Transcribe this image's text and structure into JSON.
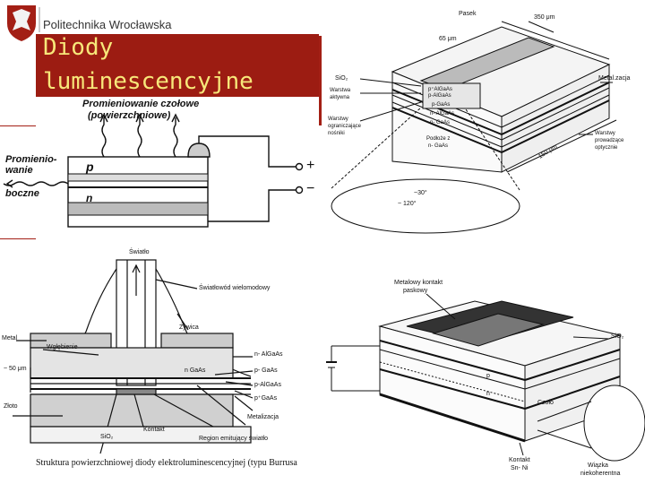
{
  "header": {
    "logo_text": "Politechnika Wrocławska"
  },
  "title": {
    "line1": "Diody",
    "line2": "luminescencyjne"
  },
  "diagram_top_left": {
    "heading_line1": "Promieniowanie czołowe",
    "heading_line2": "(powierzchniowe)",
    "side_label_line1": "Promienio-",
    "side_label_line2": "wanie",
    "side_label_line3": "boczne",
    "layer_p": "p",
    "layer_n": "n",
    "plus": "+",
    "minus": "−"
  },
  "diagram_top_right": {
    "pasek": "Pasek",
    "width_350": "350 μm",
    "width_65": "65 μm",
    "sio2": "SiO₂",
    "metal_layer": "Metal.zacja",
    "warstwa_aktywna_line1": "Warstwa",
    "warstwa_aktywna_line2": "aktywna",
    "warstwy_ogr_line1": "Warstwy",
    "warstwy_ogr_line2": "ograniczające",
    "warstwy_ogr_line3": "nośniki",
    "podloze_line1": "Podłoże z",
    "podloze_line2": "n- GaAs",
    "layer1": "p⁺AlGaAs",
    "layer2": "p-AlGaAs",
    "layer3": "p-GaAs",
    "layer4": "n- AlGaAs",
    "layer5": "n- GaAs",
    "warstwy_prow_line1": "Warstwy",
    "warstwy_prow_line2": "prowadzące",
    "warstwy_prow_line3": "optycznie",
    "length_150": "150 μm",
    "angle_30": "~30°",
    "angle_120": "~ 120°"
  },
  "diagram_bottom_left": {
    "swiatlo": "Światło",
    "swiatlowod": "Światłowód wielomodowy",
    "zywica": "Żywica",
    "metal": "Metal",
    "wglebienie": "Wgłębienie",
    "dim_50": "~ 50 μm",
    "zloto": "Złoto",
    "n_algaas": "n- AlGaAs",
    "n_gaas": "n GaAs",
    "p_gaas": "p- GaAs",
    "p_algaas": "p-AlGaAs",
    "pplus_gaas": "p⁺GaAs",
    "metalizacja": "Metalizacja",
    "sio2": "SiO₂",
    "kontakt": "Kontakt",
    "region": "Region emitujący światło",
    "caption": "Struktura powierzchniowej diody elektroluminescencyjnej (typu Burrusa"
  },
  "diagram_bottom_right": {
    "metal_contact_line1": "Metalowy kontakt",
    "metal_contact_line2": "paskowy",
    "sio2": "SiO₂",
    "p": "p",
    "n": "n",
    "czolo": "Czoło",
    "kontakt_line1": "Kontakt",
    "kontakt_line2": "Sn- Ni",
    "wiazka_line1": "Wiązka",
    "wiazka_line2": "niekoherentna"
  }
}
